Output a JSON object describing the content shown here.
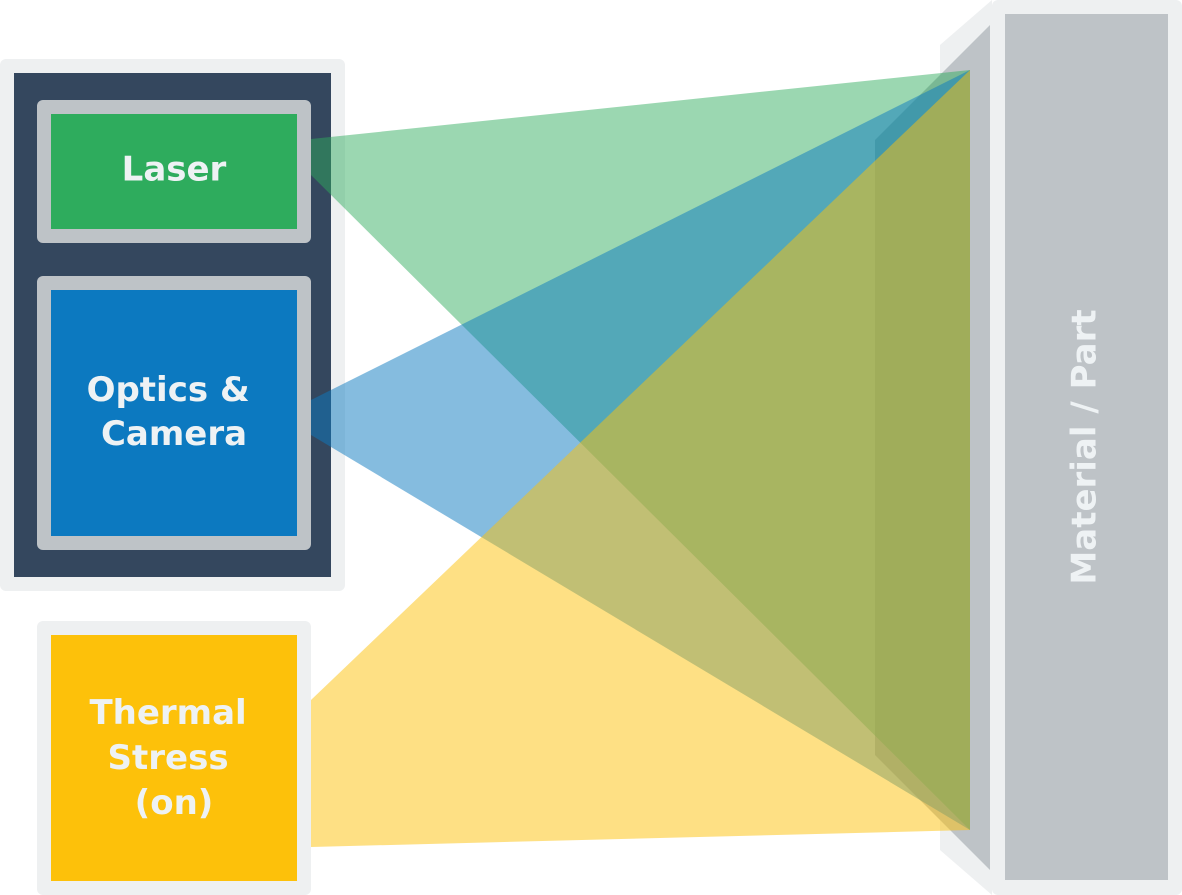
{
  "boxes": {
    "laser": {
      "label": "Laser",
      "color": "#2eac5d"
    },
    "optics": {
      "lines": [
        "Optics &",
        "Camera"
      ],
      "color": "#0c79c0"
    },
    "thermal": {
      "lines": [
        "Thermal",
        "Stress",
        "(on)"
      ],
      "color": "#fdc10a"
    }
  },
  "housing": {
    "color": "#34475e"
  },
  "material": {
    "label": "Material / Part",
    "color": "#bec3c7"
  },
  "beams": {
    "green": "#2eac5d",
    "blue": "#0c79c0",
    "yellow": "#fdc10a"
  }
}
